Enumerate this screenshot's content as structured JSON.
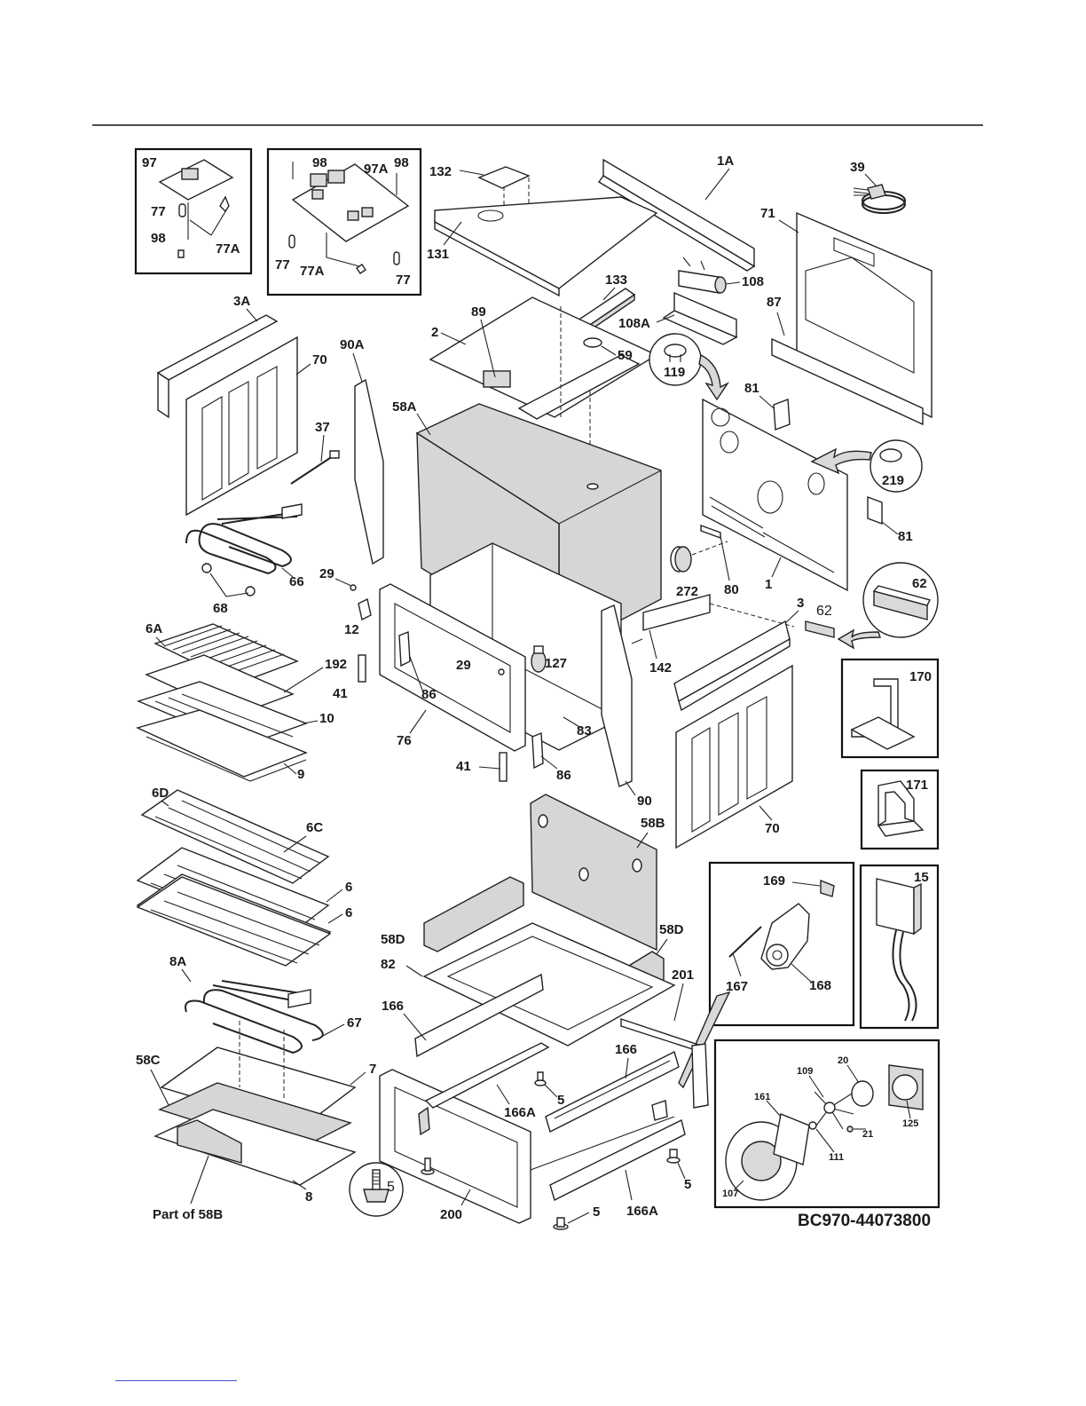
{
  "diagram": {
    "code": "BC970-44073800",
    "note": "Part of 58B",
    "labels": {
      "l1A": "1A",
      "l132": "132",
      "l131": "131",
      "l39": "39",
      "l71": "71",
      "l108": "108",
      "l108A": "108A",
      "l87": "87",
      "l133": "133",
      "l89": "89",
      "l2": "2",
      "l59": "59",
      "l119": "119",
      "l81a": "81",
      "l81b": "81",
      "l219": "219",
      "l58A": "58A",
      "l3A": "3A",
      "l70a": "70",
      "l90A": "90A",
      "l37": "37",
      "l66": "66",
      "l68": "68",
      "l29a": "29",
      "l12": "12",
      "l272": "272",
      "l80": "80",
      "l1": "1",
      "l62a": "62",
      "l62b": "62",
      "l3": "3",
      "l6A": "6A",
      "l192": "192",
      "l10": "10",
      "l9": "9",
      "l29b": "29",
      "l127": "127",
      "l142": "142",
      "l41a": "41",
      "l86a": "86",
      "l76": "76",
      "l83": "83",
      "l41b": "41",
      "l86b": "86",
      "l90": "90",
      "l70b": "70",
      "l170": "170",
      "l171": "171",
      "l6D": "6D",
      "l6C": "6C",
      "l6a": "6",
      "l6b": "6",
      "l58B": "58B",
      "l58Da": "58D",
      "l58Db": "58D",
      "l82": "82",
      "l8A": "8A",
      "l67": "67",
      "l166a": "166",
      "l201": "201",
      "l169": "169",
      "l167": "167",
      "l168": "168",
      "l15": "15",
      "l166b": "166",
      "l5a": "5",
      "l166Aa": "166A",
      "l58C": "58C",
      "l7": "7",
      "l8": "8",
      "l200": "200",
      "l5b": "5",
      "l5c": "5",
      "l166Ab": "166A",
      "l5d": "5",
      "l20": "20",
      "l109": "109",
      "l161": "161",
      "l125": "125",
      "l21": "21",
      "l111": "111",
      "l107": "107",
      "l97": "97",
      "l77a": "77",
      "l98a": "98",
      "l77Aa": "77A",
      "l98b": "98",
      "l97A": "97A",
      "l98c": "98",
      "l77b": "77",
      "l77Ab": "77A",
      "l77c": "77"
    }
  }
}
